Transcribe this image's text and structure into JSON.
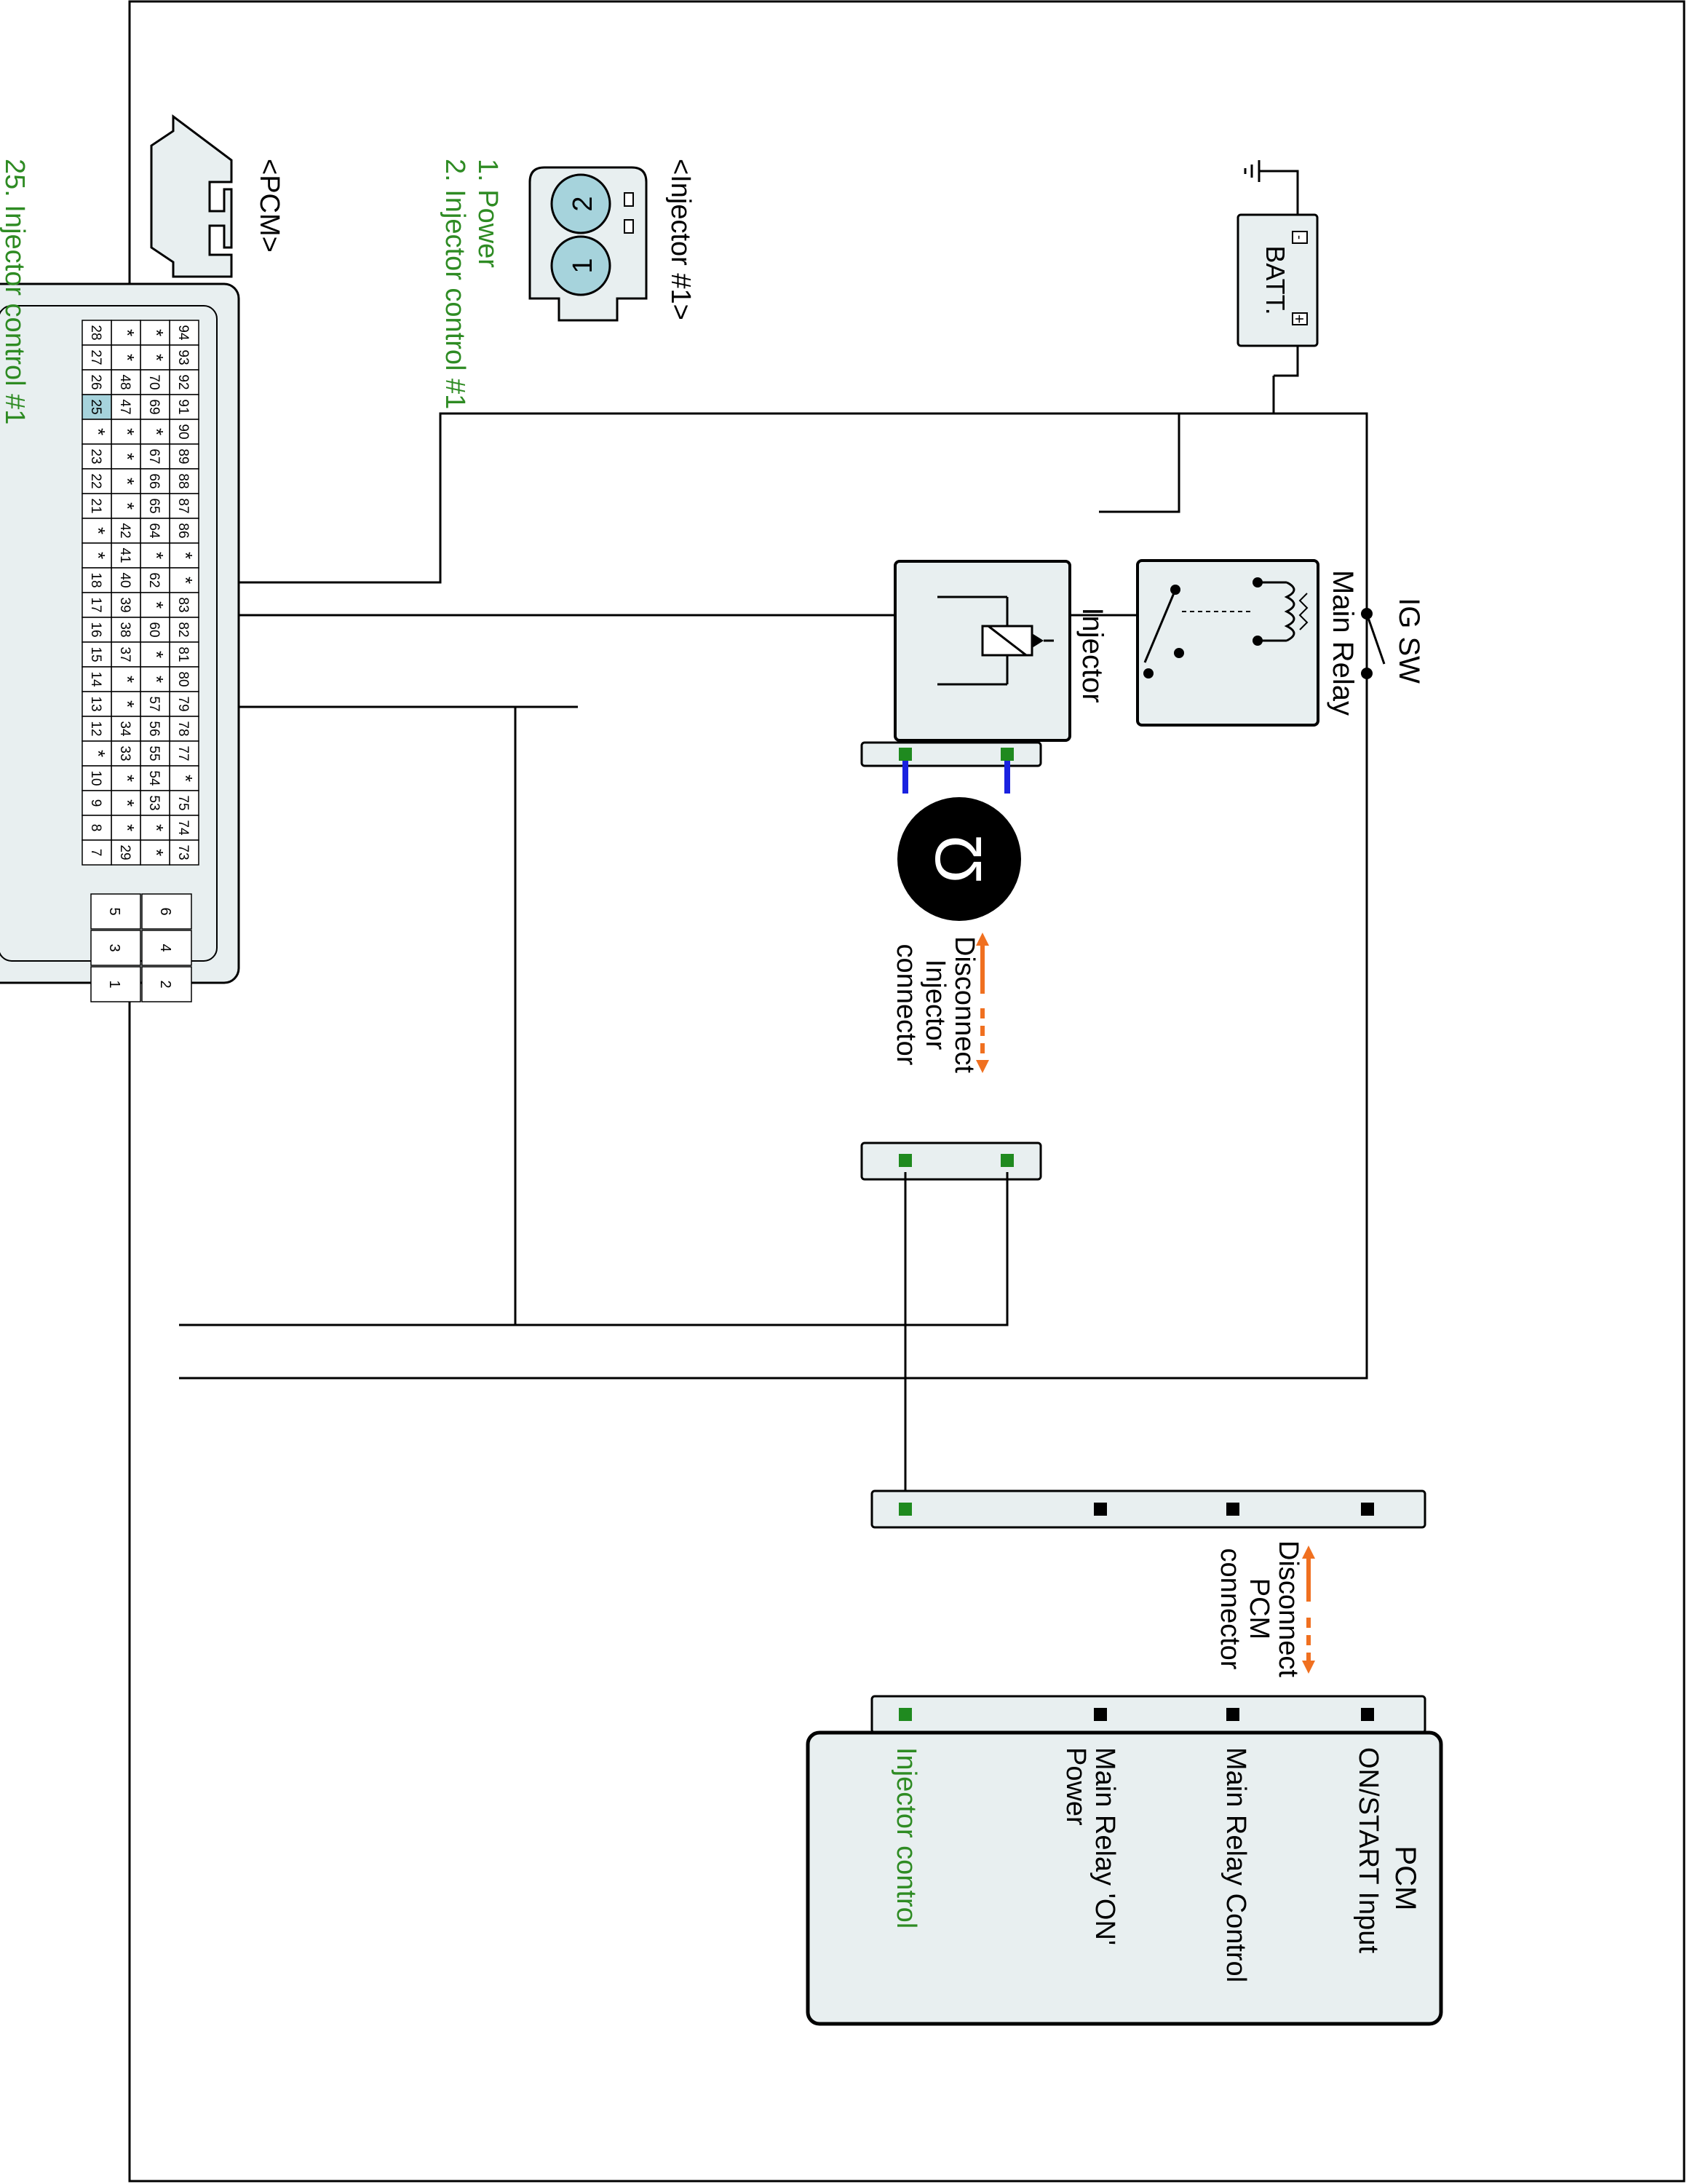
{
  "colors": {
    "label_green": "#2e8b23",
    "arrow_orange": "#f07020",
    "pin_green": "#1f8a1f",
    "wire_blue": "#1a22e0",
    "box_fill": "#e8eff0",
    "pin_blue": "#a6d3dc"
  },
  "circuit": {
    "batt_label": "BATT.",
    "batt_plus": "+",
    "batt_minus": "-",
    "ig_sw_label": "IG SW",
    "main_relay_label": "Main Relay",
    "injector_label": "Injector",
    "ohm_symbol": "Ω",
    "disconnect_injector": [
      "Disconnect",
      "Injector",
      "connector"
    ],
    "disconnect_pcm": [
      "Disconnect",
      "PCM",
      "connector"
    ]
  },
  "pcm_box": {
    "title": "PCM",
    "pins": [
      {
        "label": "ON/START Input",
        "lines": [
          "ON/START Input"
        ],
        "green": false
      },
      {
        "label": "Main Relay Control",
        "lines": [
          "Main Relay Control"
        ],
        "green": false
      },
      {
        "label": "Main Relay 'ON' Power",
        "lines": [
          "Main Relay 'ON'",
          "Power"
        ],
        "green": false
      },
      {
        "label": "Injector control",
        "lines": [
          "Injector control"
        ],
        "green": true
      }
    ]
  },
  "injector_connector": {
    "title": "<Injector #1>",
    "pin_numbers": [
      "2",
      "1"
    ],
    "pins": [
      "1. Power",
      "2. Injector control #1"
    ]
  },
  "pcm_connector": {
    "title": "<PCM>",
    "highlight": "25. Injector control #1",
    "highlight_pin": "25",
    "rows": [
      [
        "94",
        "93",
        "92",
        "91",
        "90",
        "89",
        "88",
        "87",
        "86",
        "*",
        "*",
        "83",
        "82",
        "81",
        "80",
        "79",
        "78",
        "77",
        "*",
        "75",
        "74",
        "73"
      ],
      [
        "*",
        "*",
        "70",
        "69",
        "*",
        "67",
        "66",
        "65",
        "64",
        "*",
        "62",
        "*",
        "60",
        "*",
        "*",
        "57",
        "56",
        "55",
        "54",
        "53",
        "*",
        "*"
      ],
      [
        "*",
        "*",
        "48",
        "47",
        "*",
        "*",
        "*",
        "*",
        "42",
        "41",
        "40",
        "39",
        "38",
        "37",
        "*",
        "*",
        "34",
        "33",
        "*",
        "*",
        "*",
        "29"
      ],
      [
        "28",
        "27",
        "26",
        "25",
        "*",
        "23",
        "22",
        "21",
        "*",
        "*",
        "18",
        "17",
        "16",
        "15",
        "14",
        "13",
        "12",
        "*",
        "10",
        "9",
        "8",
        "7"
      ]
    ],
    "aux_pins": [
      [
        "6",
        "5"
      ],
      [
        "4",
        "3"
      ],
      [
        "2",
        "1"
      ]
    ]
  }
}
